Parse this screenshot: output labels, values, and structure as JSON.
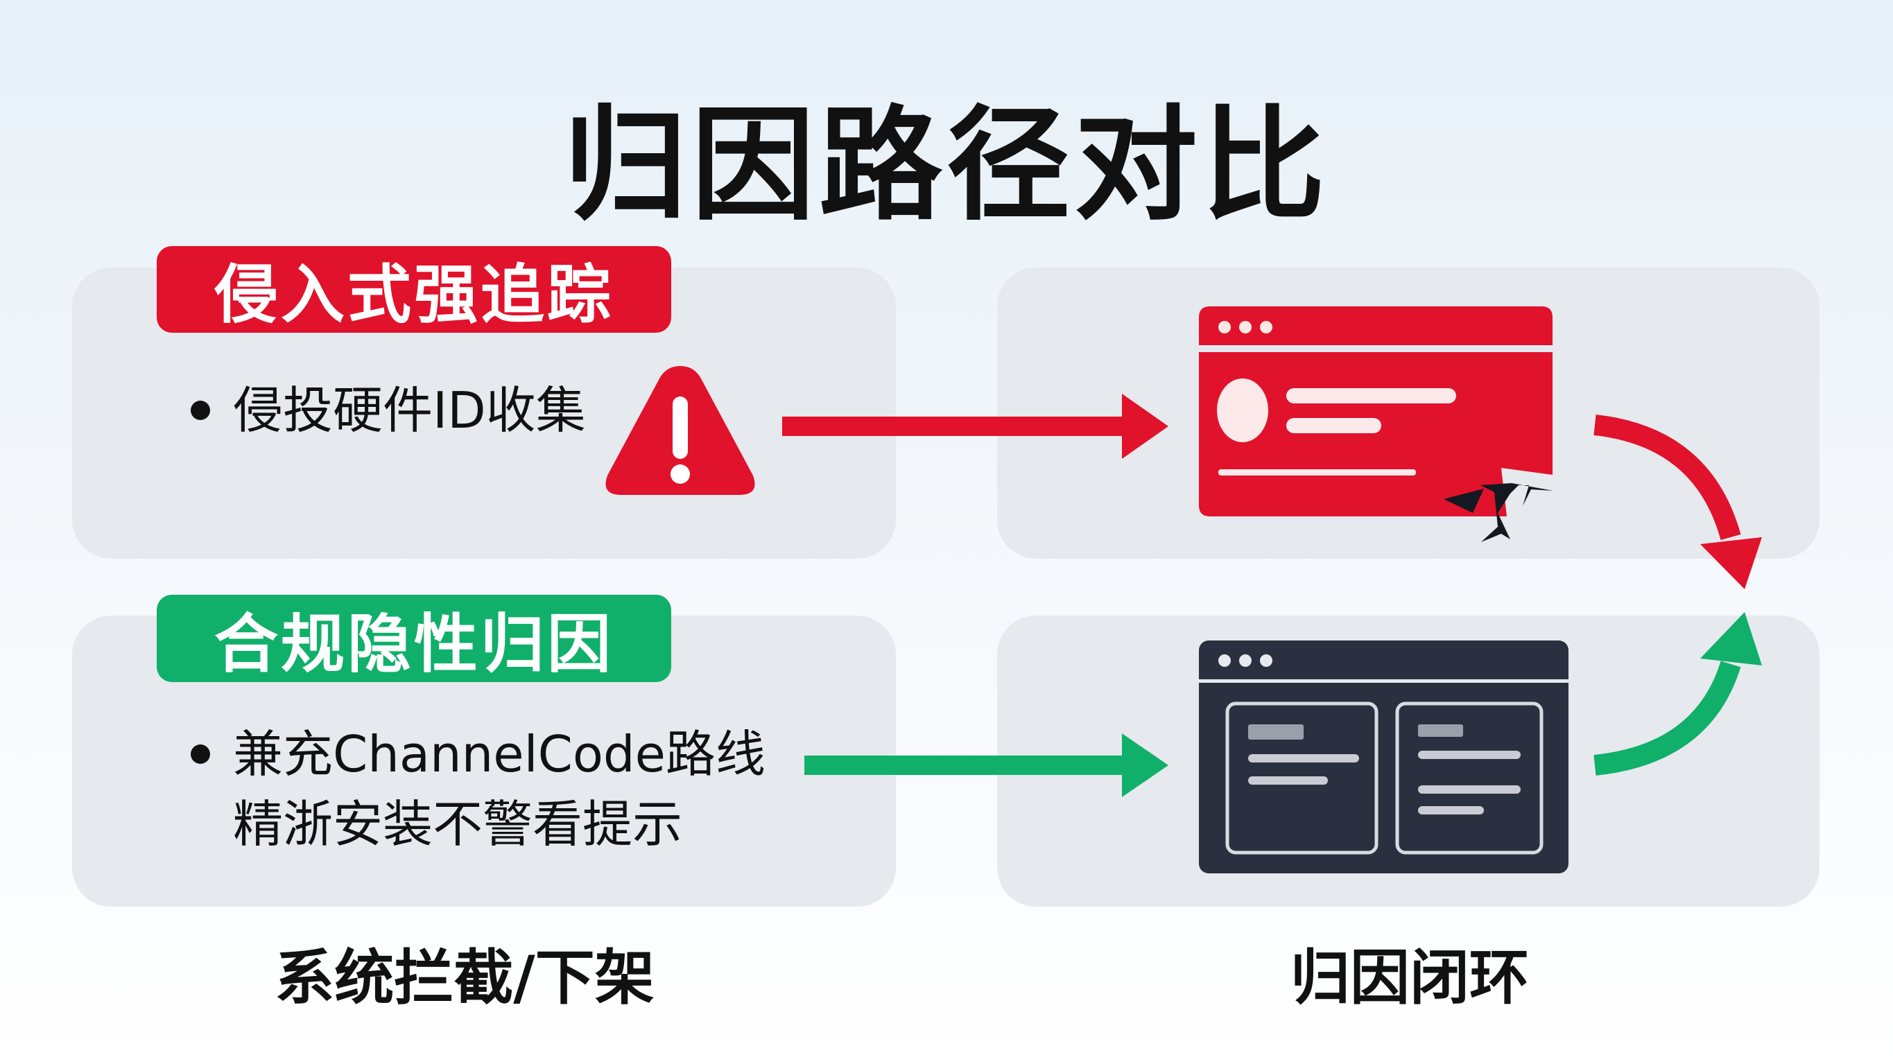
{
  "title": "归因路径对比",
  "intrusive": {
    "badge": "侵入式强追踪",
    "bullet": "侵投硬件ID收集",
    "outcome": "系统拦截/下架",
    "color": "#e1122b"
  },
  "compliant": {
    "badge": "合规隐性归因",
    "bullet_line1": "兼充ChannelCode路线",
    "bullet_line2": "精浙安装不警看提示",
    "outcome": "归因闭环",
    "color": "#10b06a"
  },
  "icons": {
    "warning": "warning-triangle-icon",
    "broken_window": "broken-browser-window-icon",
    "dashboard_window": "dashboard-browser-window-icon"
  }
}
